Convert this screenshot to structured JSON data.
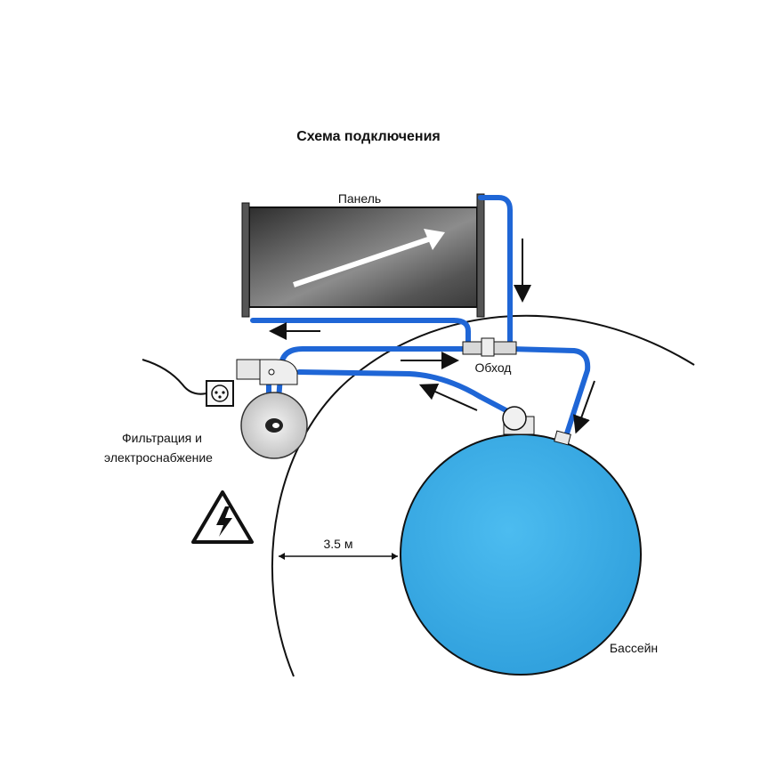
{
  "title": "Схема подключения",
  "labels": {
    "panel": "Панель",
    "bypass": "Обход",
    "filtration_line1": "Фильтрация и",
    "filtration_line2": "электроснабжение",
    "distance": "3.5 м",
    "pool": "Бассейн"
  },
  "colors": {
    "pipe": "#1f66d6",
    "pipe_light": "#4a8cf0",
    "pool": "#3ab0ea",
    "panel_dark": "#3a3a3a",
    "outline": "#111111"
  },
  "icons": [
    "power-socket-icon",
    "high-voltage-warning-icon",
    "flow-arrow-icon"
  ]
}
